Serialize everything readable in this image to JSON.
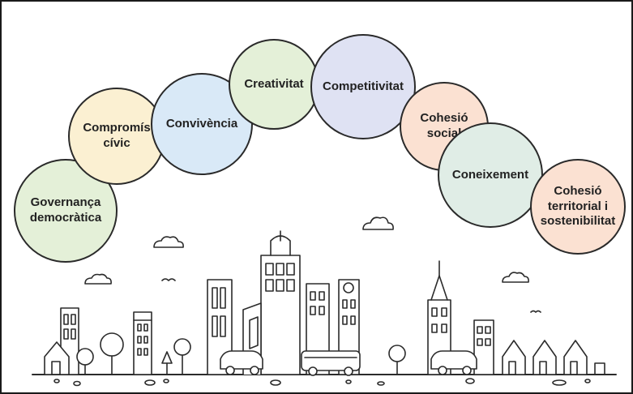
{
  "bubbles": [
    {
      "label": "Governança\ndemocràtica",
      "color": "#e4f0d8"
    },
    {
      "label": "Compromís\ncívic",
      "color": "#fbf0d2"
    },
    {
      "label": "Convivència",
      "color": "#d9e9f7"
    },
    {
      "label": "Creativitat",
      "color": "#e4f0d8"
    },
    {
      "label": "Competitivitat",
      "color": "#dfe2f3"
    },
    {
      "label": "Cohesió\nsocial",
      "color": "#fbe1d2"
    },
    {
      "label": "Coneixement",
      "color": "#e0ede6"
    },
    {
      "label": "Cohesió\nterritorial i\nsostenibilitat",
      "color": "#fbe1d2"
    }
  ]
}
